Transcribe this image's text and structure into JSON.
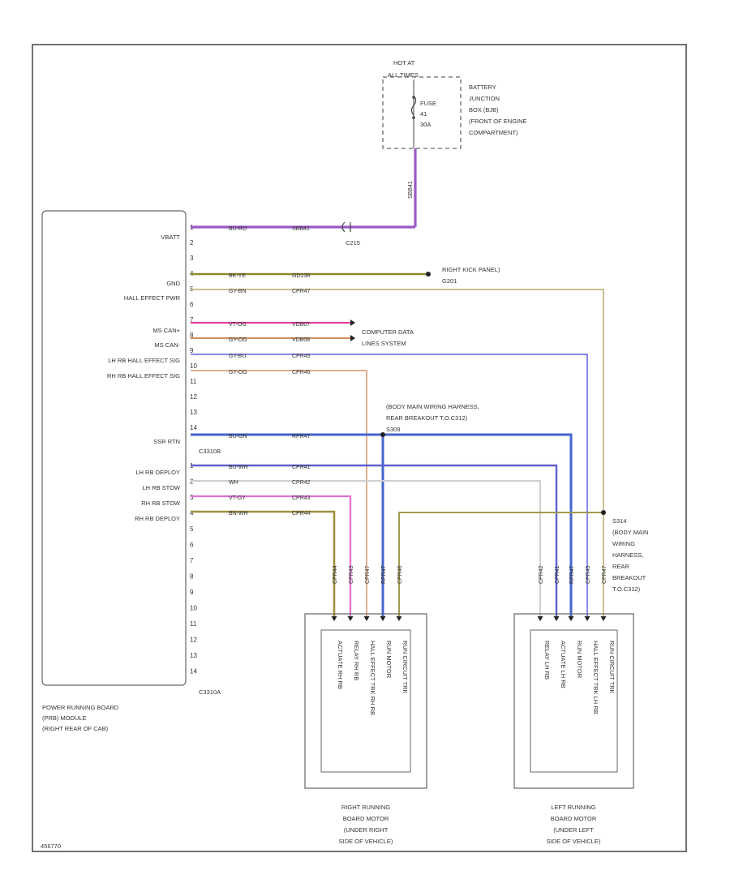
{
  "fuse_box": {
    "hot_at_line1": "HOT AT",
    "hot_at_line2": "ALL TIMES",
    "fuse_line1": "FUSE",
    "fuse_line2": "41",
    "fuse_line3": "30A",
    "desc_line1": "BATTERY",
    "desc_line2": "JUNCTION",
    "desc_line3": "BOX (BJB)",
    "desc_line4": "(FRONT OF ENGINE",
    "desc_line5": "COMPARTMENT)"
  },
  "module": {
    "label_line1": "POWER RUNNING BOARD",
    "label_line2": "(PRB) MODULE",
    "label_line3": "(RIGHT REAR OF CAB)",
    "connector_a": "C3310B",
    "connector_b": "C3310A",
    "pins": {
      "vbatt": "VBATT",
      "gnd": "GND",
      "hall_pwr": "HALL EFFECT PWR",
      "ms_can_p": "MS CAN+",
      "ms_can_m": "MS CAN-",
      "lh_hall": "LH RB HALL EFFECT SIG",
      "rh_hall": "RH RB HALL EFFECT SIG",
      "ssr_rtn": "SSR RTN",
      "lh_deploy": "LH RB DEPLOY",
      "lh_stow": "LH RB STOW",
      "rh_stow": "RH RB STOW",
      "rh_deploy": "RH RB DEPLOY"
    }
  },
  "pin_numbers_a": [
    "1",
    "2",
    "3",
    "4",
    "5",
    "6",
    "7",
    "8",
    "9",
    "10",
    "11",
    "12",
    "13",
    "14"
  ],
  "pin_numbers_b": [
    "1",
    "2",
    "3",
    "4",
    "5",
    "6",
    "7",
    "8",
    "9",
    "10",
    "11",
    "12",
    "13",
    "14"
  ],
  "wires": {
    "vbatt": {
      "circuit": "SBB41",
      "color": "BU-RD"
    },
    "fuse_drop": {
      "circuit": "SBB41"
    },
    "gnd": {
      "circuit": "GD138",
      "color": "BK-YE"
    },
    "hall_pwr": {
      "circuit": "CPR47",
      "color": "GY-BN"
    },
    "ms_can_p": {
      "circuit": "VDB07",
      "color": "VT-OG"
    },
    "ms_can_m": {
      "circuit": "VDB08",
      "color": "GY-OG"
    },
    "lh_hall": {
      "circuit": "CPR45",
      "color": "GY-BU"
    },
    "rh_hall": {
      "circuit": "CPR46",
      "color": "GY-OG"
    },
    "ssr_rtn": {
      "circuit": "RPR47",
      "color": "BU-GN"
    },
    "lh_deploy": {
      "circuit": "CPR41",
      "color": "BU-WH"
    },
    "lh_stow": {
      "circuit": "CPR42",
      "color": "WH"
    },
    "rh_stow": {
      "circuit": "CPR43",
      "color": "VT-GY"
    },
    "rh_deploy": {
      "circuit": "CPR44",
      "color": "BN-WH"
    }
  },
  "splice_c215": "C215",
  "ground_label_line1": "RIGHT KICK PANEL)",
  "ground_label_line2": "G201",
  "can_label_line1": "COMPUTER DATA",
  "can_label_line2": "LINES SYSTEM",
  "harness_top_line1": "(BODY MAIN WIRING HARNESS,",
  "harness_top_line2": "REAR BREAKOUT T.O.C312)",
  "harness_top_line3": "S309",
  "s_right": {
    "line1": "S314",
    "line2": "(BODY MAIN",
    "line3": "WIRING",
    "line4": "HARNESS,",
    "line5": "REAR",
    "line6": "BREAKOUT",
    "line7": "T.O.C312)"
  },
  "right_motor": {
    "label_line1": "RIGHT RUNNING",
    "label_line2": "BOARD MOTOR",
    "label_line3": "(UNDER RIGHT",
    "label_line4": "SIDE OF VEHICLE)",
    "pins": [
      "RUN CIRCUIT TRK",
      "RUN MOTOR",
      "HALL EFFECT TRK RH RB",
      "RELAY RH RB",
      "ACTUATE RH RB"
    ],
    "wire_vertical_labels": [
      "CPR44",
      "CPR43",
      "CPR47",
      "RPR47",
      "CPR46"
    ]
  },
  "left_motor": {
    "label_line1": "LEFT RUNNING",
    "label_line2": "BOARD MOTOR",
    "label_line3": "(UNDER LEFT",
    "label_line4": "SIDE OF VEHICLE)",
    "pins": [
      "RUN CIRCUIT TRK",
      "HALL EFFECT TRK LH RB",
      "RUN MOTOR",
      "ACTUATE LH RB",
      "RELAY LH RB"
    ],
    "wire_vertical_labels": [
      "CPR42",
      "CPR41",
      "RPR47",
      "CPR45",
      "CPR47"
    ]
  },
  "footer_code": "456770",
  "colors": {
    "violet": "#9b59c8",
    "olive": "#a0a050",
    "tan": "#c8b87a",
    "pink": "#e8409a",
    "orange": "#d09060",
    "blue": "#6666d8",
    "brown": "#c08050",
    "gray": "#c8c8c8",
    "darkgreen": "#7a8a40"
  }
}
